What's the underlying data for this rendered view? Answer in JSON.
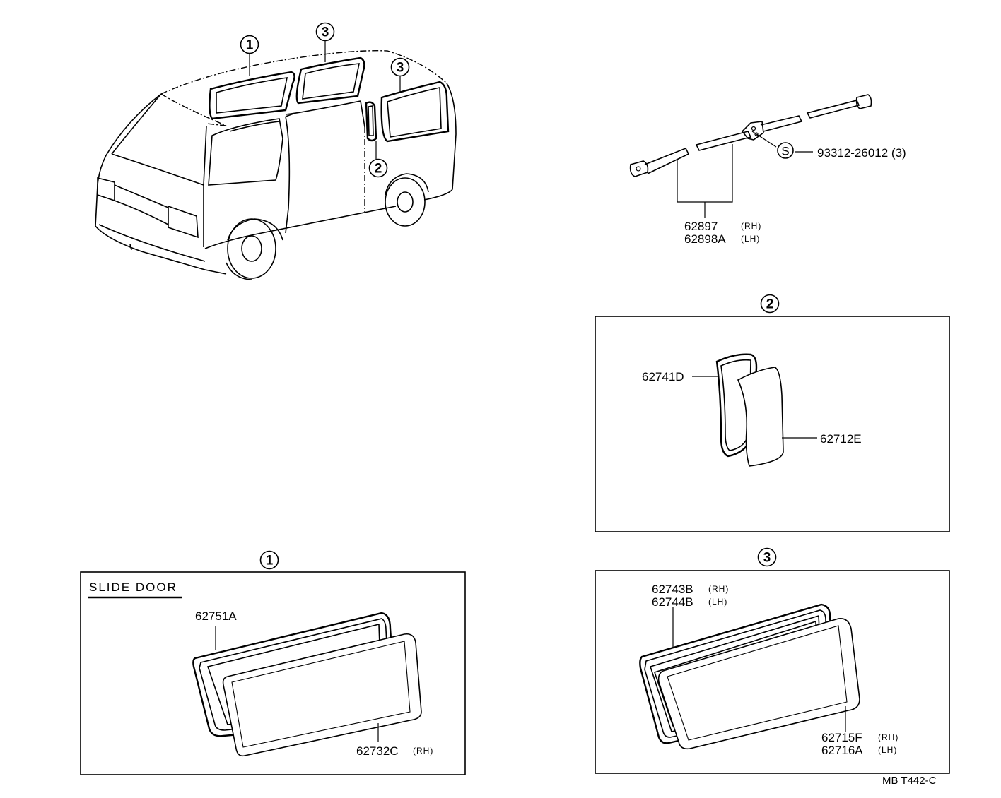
{
  "diagram": {
    "callouts": {
      "c1": "1",
      "c2": "2",
      "c3": "3"
    },
    "molding": {
      "part_rh": "62897",
      "part_lh": "62898A",
      "rh_tag": "(RH)",
      "lh_tag": "(LH)",
      "screw_symbol": "S",
      "screw_part": "93312-26012 (3)"
    },
    "panel_1": {
      "callout": "1",
      "heading": "SLIDE DOOR",
      "weatherstrip": "62751A",
      "glass": "62732C",
      "glass_tag": "(RH)"
    },
    "panel_2": {
      "callout": "2",
      "weatherstrip": "62741D",
      "glass": "62712E"
    },
    "panel_3": {
      "callout": "3",
      "weatherstrip_rh": "62743B",
      "weatherstrip_lh": "62744B",
      "glass_rh": "62715F",
      "glass_lh": "62716A",
      "rh_tag": "(RH)",
      "lh_tag": "(LH)"
    },
    "figure_code": "MB  T442-C"
  }
}
